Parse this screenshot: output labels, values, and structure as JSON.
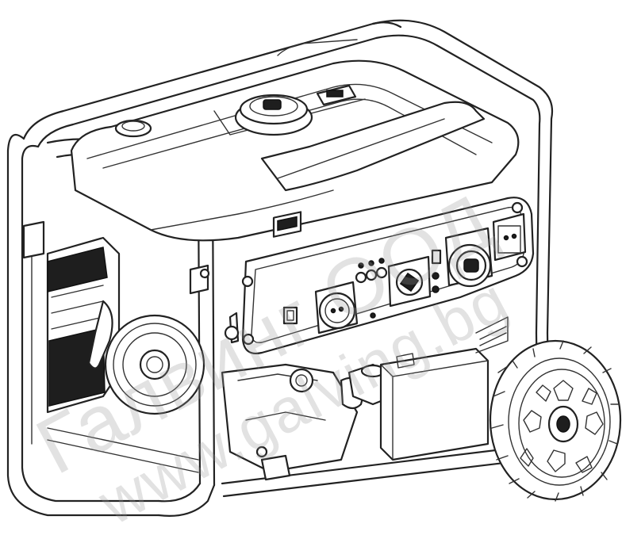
{
  "image": {
    "subject": "generator-illustration"
  },
  "watermarks": [
    "Галвинг ООД",
    "www.galving.bg"
  ],
  "colors": {
    "line": "#222222",
    "background": "#ffffff",
    "watermark": "#969696"
  },
  "icons": [
    "generator-frame",
    "fuel-cap-icon",
    "recoil-starter-icon",
    "wheel-icon",
    "power-socket-icon",
    "voltmeter-icon",
    "breaker-switch-icon"
  ]
}
